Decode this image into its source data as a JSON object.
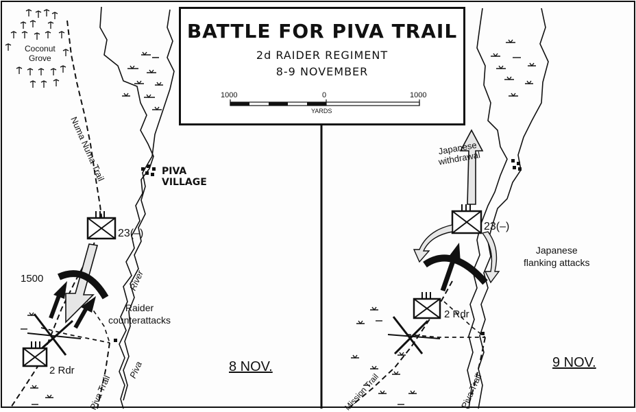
{
  "title": "BATTLE FOR PIVA TRAIL",
  "subtitle_unit": "2d RAIDER REGIMENT",
  "subtitle_dates": "8-9 NOVEMBER",
  "scale": {
    "left": "1000",
    "center": "0",
    "right": "1000",
    "unit": "YARDS"
  },
  "left_panel": {
    "date_label": "8 NOV.",
    "coconut_grove": "Coconut\nGrove",
    "numa_numa_trail": "Numa Numa Trail",
    "piva_village": "PIVA\nVILLAGE",
    "unit_23": "23(–)",
    "unit_2rdr": "2 Rdr",
    "time_1500": "1500",
    "river": "River",
    "piva": "Piva",
    "piva_trail": "Piva Trail",
    "raider_counterattacks": "Raider\ncounterattacks"
  },
  "right_panel": {
    "date_label": "9 NOV.",
    "japanese_withdrawal": "Japanese\nwithdrawal",
    "unit_23": "23(–)",
    "japanese_flanking": "Japanese\nflanking attacks",
    "unit_2rdr": "2 Rdr",
    "mission_trail": "Mission Trail",
    "piva_trail": "Piva Trail"
  }
}
